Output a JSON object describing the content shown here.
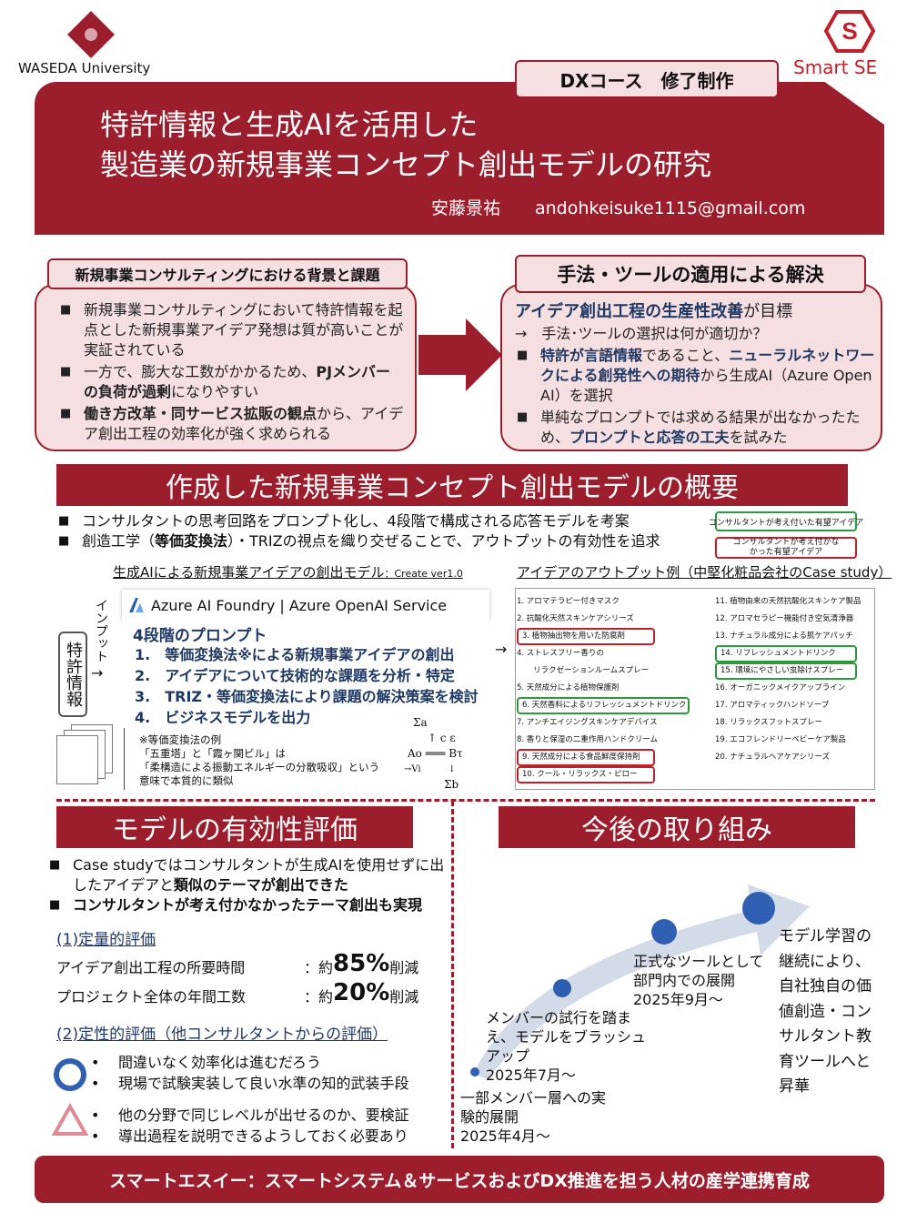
{
  "header": {
    "university": "WASEDA University",
    "brand": "Smart SE",
    "course": "DXコース　修了制作",
    "title1": "特許情報と生成AIを活用した",
    "title2": "製造業の新規事業コンセプト創出モデルの研究",
    "author": "安藤景祐　　andohkeisuke1115@gmail.com"
  },
  "background": {
    "heading": "新規事業コンサルティングにおける背景と課題",
    "b1": "新規事業コンサルティングにおいて特許情報を起点とした新規事業アイデア発想は質が高いことが実証されている",
    "b2a": "一方で、膨大な工数がかかるため、",
    "b2b": "PJメンバーの負荷が過剰",
    "b2c": "になりやすい",
    "b3a": "働き方改革・同サービス拡販の観点",
    "b3b": "から、アイデア創出工程の効率化が強く求められる"
  },
  "solution": {
    "heading": "手法・ツールの適用による解決",
    "l1a": "アイデア創出工程の生産性改善",
    "l1b": "が目標",
    "l2": "→　手法･ツールの選択は何が適切か？",
    "b1a": "特許が言語情報",
    "b1b": "であること、",
    "b1c": "ニューラルネットワークによる創発性への期待",
    "b1d": "から生成AI（Azure Open AI）を選択",
    "b2a": "単純なプロンプトでは求める結果が出なかったため、",
    "b2b": "プロンプトと応答の工夫",
    "b2c": "を試みた"
  },
  "overview": {
    "heading": "作成した新規事業コンセプト創出モデルの概要",
    "b1": "コンサルタントの思考回路をプロンプト化し、4段階で構成される応答モデルを考案",
    "b2a": "創造工学（",
    "b2b": "等価変換法",
    "b2c": "）・TRIZの視点を織り交ぜることで、アウトプットの有効性を追求",
    "legend_green": "コンサルタントが考え付いた有望アイデア",
    "legend_red": "コンサルタントが考え付かなかった有望アイデア",
    "model_caption": "生成AIによる新規事業アイデアの創出モデル",
    "model_ver": "：Create ver1.0",
    "output_caption": "アイデアのアウトプット例（中堅化粧品会社のCase study）",
    "azure": "Azure AI Foundry | Azure OpenAI Service",
    "input_label": "インプット",
    "patent_label": "特許情報",
    "prompt_title": "4段階のプロンプト",
    "steps": [
      "1.　等価変換法※による新規事業アイデアの創出",
      "2.　アイデアについて技術的な課題を分析・特定",
      "3.　TRIZ・等価変換法により課題の解決策案を検討",
      "4.　ビジネスモデルを出力"
    ],
    "note1": "※等価変換法の例",
    "note2": "「五重塔」と「霞ヶ関ビル」は",
    "note3": "「柔構造による振動エネルギーの分散吸収」という",
    "note4": "意味で本質的に類似",
    "formula": [
      "Σa",
      "↑ c ε",
      "Ao ═══ Bτ",
      "→Vi　　　↓",
      "Σb"
    ],
    "ideas_left": [
      "1. アロマテラピー付きマスク",
      "2. 抗酸化天然スキンケアシリーズ",
      "3. 植物抽出物を用いた防腐剤",
      "4. ストレスフリー香りの",
      "リラクゼーションルームスプレー",
      "5. 天然成分による植物保護剤",
      "6. 天然香料によるリフレッシュメントドリンク",
      "7. アンチエイジングスキンケアデバイス",
      "8. 香りと保湿の二重作用ハンドクリーム",
      "9. 天然成分による食品鮮度保持剤",
      "10. クール・リラックス・ピロー"
    ],
    "ideas_right": [
      "11. 植物由来の天然抗酸化スキンケア製品",
      "12. アロマセラピー機能付き空気清浄器",
      "13. ナチュラル成分による肌ケアパッチ",
      "14. リフレッシュメントドリンク",
      "15. 環境にやさしい虫除けスプレー",
      "16. オーガニックメイクアップライン",
      "17. アロマティックハンドソープ",
      "18. リラックスフットスプレー",
      "19. エコフレンドリーベビーケア製品",
      "20. ナチュラルヘアケアシリーズ"
    ]
  },
  "evaluation": {
    "heading": "モデルの有効性評価",
    "b1a": "Case studyではコンサルタントが生成AIを使用せずに出したアイデアと",
    "b1b": "類似のテーマが創出できた",
    "b2": "コンサルタントが考え付かなかったテーマ創出も実現",
    "quant_title": "(1)定量的評価",
    "r1": "アイデア創出工程の所要時間",
    "r2": "プロジェクト全体の年間工数",
    "approx": "：約",
    "v1": "85%",
    "v2": "20%",
    "red": "削減",
    "qual_title": "(2)定性的評価（他コンサルタントからの評価）",
    "c1": "間違いなく効率化は進むだろう",
    "c2": "現場で試験実装して良い水準の知的武装手段",
    "t1": "他の分野で同じレベルが出せるのか、要検証",
    "t2": "導出過程を説明できるようしておく必要あり"
  },
  "future": {
    "heading": "今後の取り組み",
    "m1": "一部メンバー層への実験的展開",
    "d1": "2025年4月～",
    "m2": "メンバーの試行を踏まえ、モデルをブラッシュアップ",
    "d2": "2025年7月～",
    "m3": "正式なツールとして部門内での展開",
    "d3": "2025年9月～",
    "m4": "モデル学習の継続により、自社独自の価値創造・コンサルタント教育ツールへと昇華"
  },
  "footer": "スマートエスイー：スマートシステム＆サービスおよびDX推進を担う人材の産学連携育成",
  "colors": {
    "accent": "#9c1d2c",
    "pink": "#f6dfe1",
    "navy": "#1f3864",
    "circle_blue": "#2f5fb3",
    "triangle": "#e08a95"
  }
}
